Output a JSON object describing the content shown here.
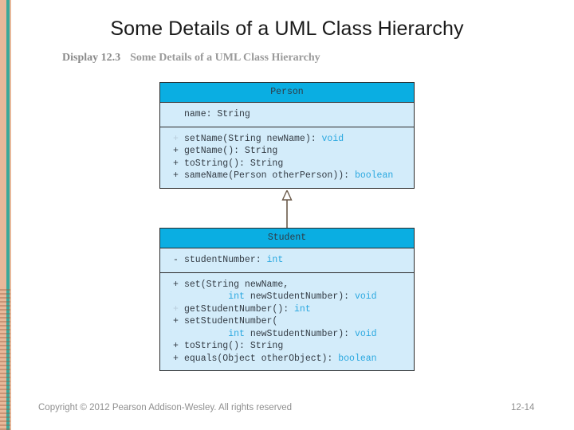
{
  "slide": {
    "title": "Some Details of a UML Class Hierarchy",
    "background_color": "#ffffff"
  },
  "figure_caption": {
    "number": "Display 12.3",
    "text": "Some Details of a UML Class Hierarchy"
  },
  "decor": {
    "peach_color": "#e8b89a",
    "teal_color": "#3aa89a"
  },
  "diagram": {
    "header_color": "#0aaee2",
    "body_color": "#d3ecfa",
    "border_color": "#2b2b2b",
    "type_color": "#2aa8e0",
    "relationship": "generalization",
    "classes": [
      {
        "name": "Person",
        "attributes": [
          {
            "vis": "",
            "text": "name: String",
            "type": ""
          }
        ],
        "methods": [
          {
            "vis": "+",
            "vis_faint": true,
            "text": "setName(String newName): ",
            "type": "void"
          },
          {
            "vis": "+",
            "vis_faint": false,
            "text": "getName(): String",
            "type": ""
          },
          {
            "vis": "+",
            "vis_faint": false,
            "text": "toString(): String",
            "type": ""
          },
          {
            "vis": "+",
            "vis_faint": false,
            "text": "sameName(Person otherPerson)): ",
            "type": "boolean"
          }
        ]
      },
      {
        "name": "Student",
        "attributes": [
          {
            "vis": "-",
            "vis_faint": false,
            "text": "studentNumber: ",
            "type": "int"
          }
        ],
        "methods": [
          {
            "vis": "+",
            "vis_faint": false,
            "text": "set(String newName,",
            "type": ""
          },
          {
            "vis": "",
            "vis_faint": false,
            "text": "        ",
            "type": "int",
            "after": " newStudentNumber): ",
            "type2": "void"
          },
          {
            "vis": "+",
            "vis_faint": true,
            "text": "getStudentNumber(): ",
            "type": "int"
          },
          {
            "vis": "+",
            "vis_faint": false,
            "text": "setStudentNumber(",
            "type": ""
          },
          {
            "vis": "",
            "vis_faint": false,
            "text": "        ",
            "type": "int",
            "after": " newStudentNumber): ",
            "type2": "void"
          },
          {
            "vis": "+",
            "vis_faint": false,
            "text": "toString(): String",
            "type": ""
          },
          {
            "vis": "+",
            "vis_faint": false,
            "text": "equals(Object otherObject): ",
            "type": "boolean"
          }
        ]
      }
    ]
  },
  "footer": {
    "copyright": "Copyright © 2012 Pearson Addison-Wesley. All rights reserved",
    "page_number": "12-14"
  }
}
